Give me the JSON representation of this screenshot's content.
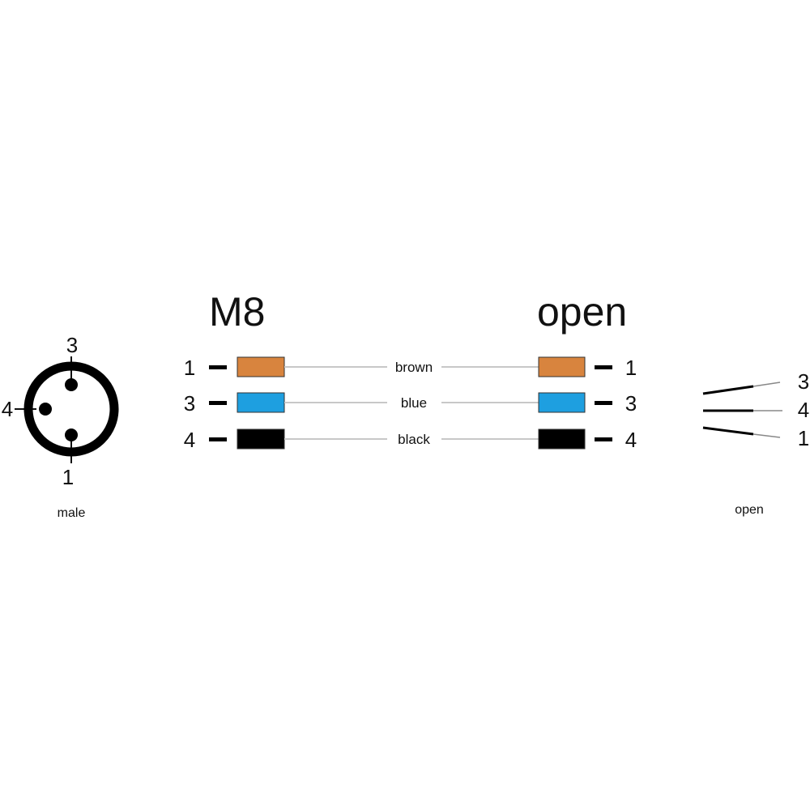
{
  "connector": {
    "pins": [
      "3",
      "4",
      "1"
    ],
    "caption": "male"
  },
  "headers": {
    "left": "M8",
    "right": "open"
  },
  "wires": [
    {
      "left_pin": "1",
      "right_pin": "1",
      "label": "brown",
      "color": "#D8843E"
    },
    {
      "left_pin": "3",
      "right_pin": "3",
      "label": "blue",
      "color": "#1E9FE0"
    },
    {
      "left_pin": "4",
      "right_pin": "4",
      "label": "black",
      "color": "#000000"
    }
  ],
  "open_end": {
    "pins": [
      "3",
      "4",
      "1"
    ],
    "caption": "open"
  }
}
